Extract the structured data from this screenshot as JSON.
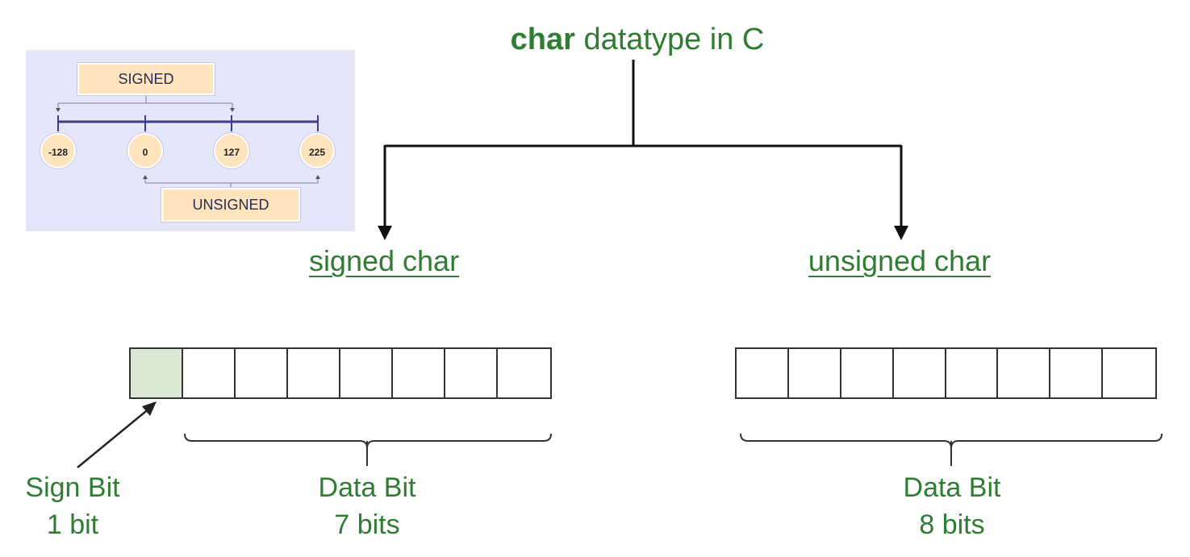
{
  "title": {
    "bold": "char",
    "rest": " datatype in C"
  },
  "branches": {
    "signed_label": "signed char",
    "unsigned_label": "unsigned char"
  },
  "signed_bits": {
    "count": 8,
    "sign_bits": 1
  },
  "unsigned_bits": {
    "count": 8
  },
  "captions": {
    "sign_bit": "Sign Bit",
    "sign_bit_size": "1 bit",
    "signed_data_bit": "Data Bit",
    "signed_data_size": "7 bits",
    "unsigned_data_bit": "Data Bit",
    "unsigned_data_size": "8 bits"
  },
  "inset": {
    "signed_label": "SIGNED",
    "unsigned_label": "UNSIGNED",
    "values": [
      "-128",
      "0",
      "127",
      "225"
    ]
  },
  "colors": {
    "text_green": "#2f7d32",
    "sign_bit_fill": "#d8e8d3",
    "inset_bg": "#e6e6fa",
    "inset_box": "#fde4bd",
    "inset_line": "#3b3b8f"
  }
}
